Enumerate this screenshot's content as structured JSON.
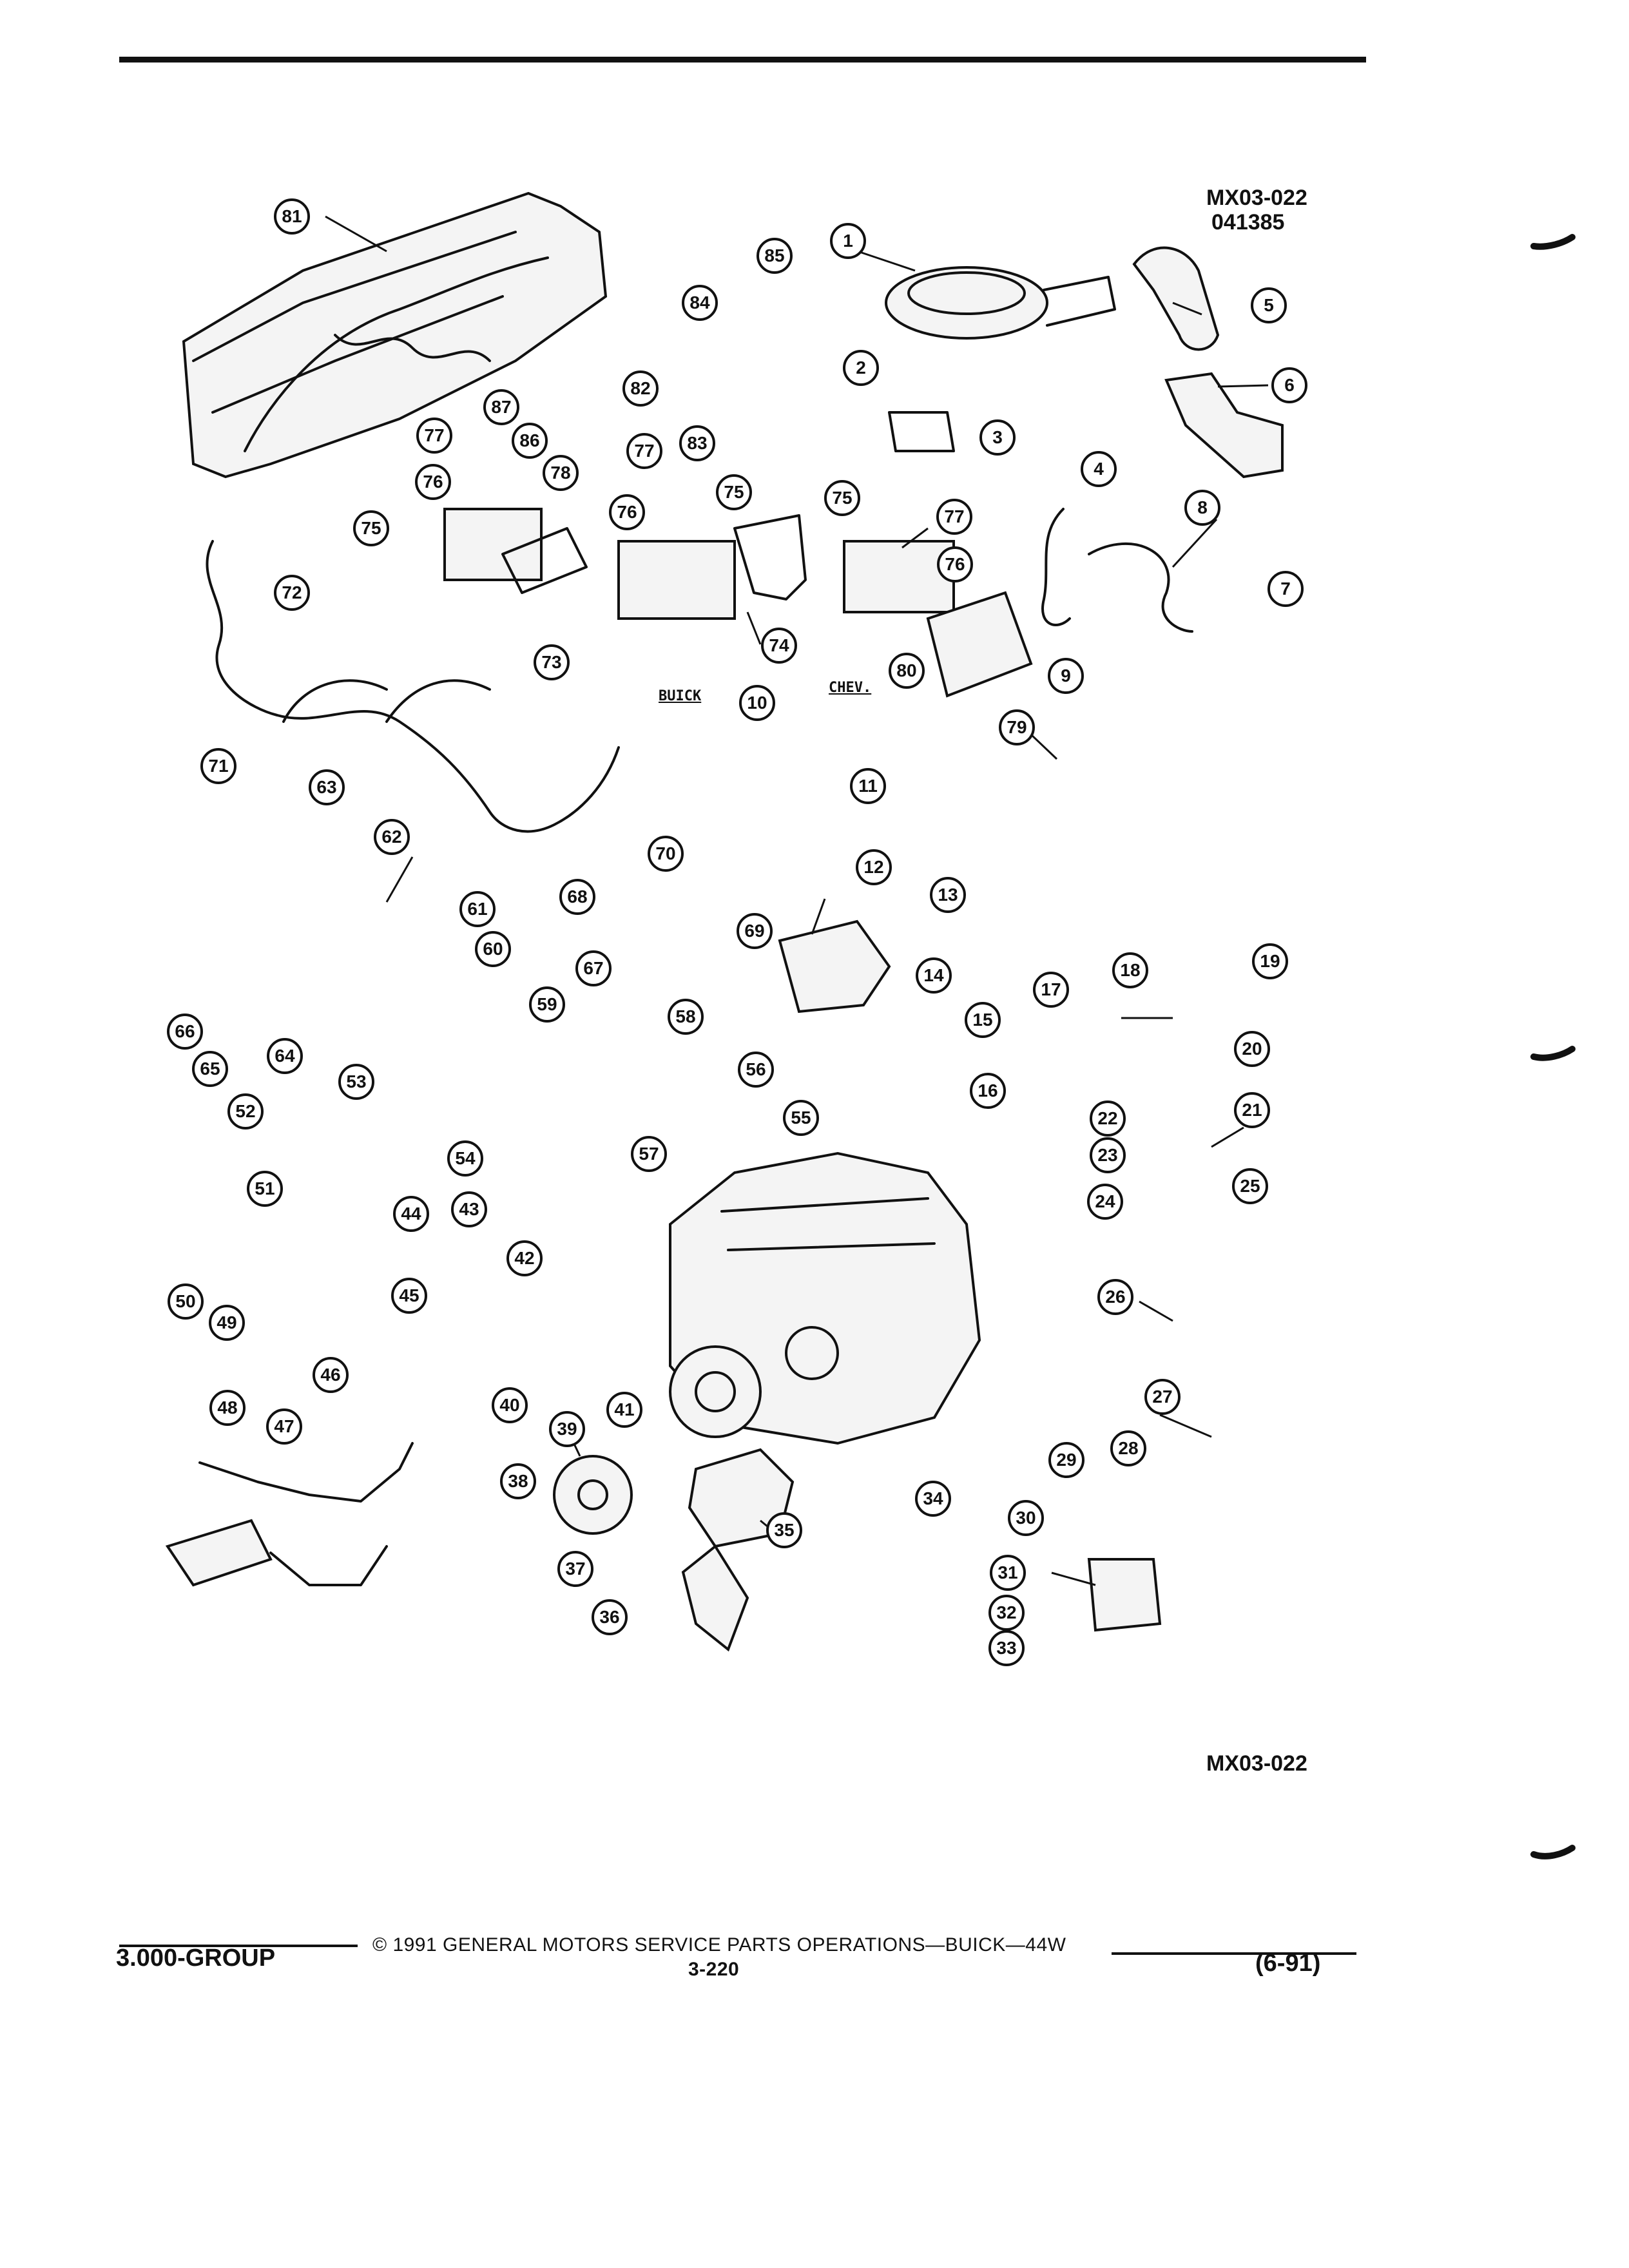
{
  "header": {
    "diagram_code": "MX03-022",
    "diagram_date": "041385"
  },
  "tags": {
    "buick": "BUICK",
    "chev": "CHEV."
  },
  "callouts": [
    "1",
    "2",
    "3",
    "4",
    "5",
    "6",
    "7",
    "8",
    "9",
    "10",
    "11",
    "12",
    "13",
    "14",
    "15",
    "16",
    "17",
    "18",
    "19",
    "20",
    "21",
    "22",
    "23",
    "24",
    "25",
    "26",
    "27",
    "28",
    "29",
    "30",
    "31",
    "32",
    "33",
    "34",
    "35",
    "36",
    "37",
    "38",
    "39",
    "40",
    "41",
    "42",
    "43",
    "44",
    "45",
    "46",
    "47",
    "48",
    "49",
    "50",
    "51",
    "52",
    "53",
    "54",
    "55",
    "56",
    "57",
    "58",
    "59",
    "60",
    "61",
    "62",
    "63",
    "64",
    "65",
    "66",
    "67",
    "68",
    "69",
    "70",
    "71",
    "72",
    "73",
    "74",
    "75",
    "75",
    "75",
    "76",
    "76",
    "76",
    "77",
    "77",
    "77",
    "78",
    "79",
    "80",
    "81",
    "82",
    "83",
    "84",
    "85",
    "86",
    "87"
  ],
  "bottom_code": "MX03-022",
  "footer": {
    "group": "3.000-GROUP",
    "copyright": "© 1991 GENERAL MOTORS SERVICE PARTS OPERATIONS—BUICK—44W",
    "page": "3-220",
    "date_code": "(6-91)"
  }
}
